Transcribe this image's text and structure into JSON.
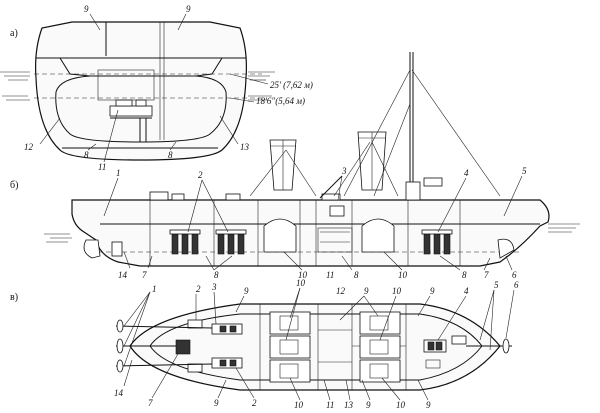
{
  "sections": {
    "a": "а)",
    "b": "б)",
    "v": "в)"
  },
  "waterlines": {
    "upper": "25' (7,62 м)",
    "lower": "18'6\"(5,64 м)"
  },
  "callouts": {
    "a": [
      {
        "id": "a9l",
        "text": "9"
      },
      {
        "id": "a9r",
        "text": "9"
      },
      {
        "id": "a12",
        "text": "12"
      },
      {
        "id": "a11",
        "text": "11"
      },
      {
        "id": "a8l",
        "text": "8"
      },
      {
        "id": "a8r",
        "text": "8"
      },
      {
        "id": "a13",
        "text": "13"
      }
    ],
    "b": [
      {
        "id": "b1",
        "text": "1"
      },
      {
        "id": "b2",
        "text": "2"
      },
      {
        "id": "b3",
        "text": "3"
      },
      {
        "id": "b4",
        "text": "4"
      },
      {
        "id": "b5",
        "text": "5"
      },
      {
        "id": "b14",
        "text": "14"
      },
      {
        "id": "b7l",
        "text": "7"
      },
      {
        "id": "b8l",
        "text": "8"
      },
      {
        "id": "b10l",
        "text": "10"
      },
      {
        "id": "b11",
        "text": "11"
      },
      {
        "id": "b8m",
        "text": "8"
      },
      {
        "id": "b10r",
        "text": "10"
      },
      {
        "id": "b8r",
        "text": "8"
      },
      {
        "id": "b7r",
        "text": "7"
      },
      {
        "id": "b6",
        "text": "6"
      }
    ],
    "v": [
      {
        "id": "v1",
        "text": "1"
      },
      {
        "id": "v2",
        "text": "2"
      },
      {
        "id": "v3",
        "text": "3"
      },
      {
        "id": "v9a",
        "text": "9"
      },
      {
        "id": "v10a",
        "text": "10"
      },
      {
        "id": "v12",
        "text": "12"
      },
      {
        "id": "v9b",
        "text": "9"
      },
      {
        "id": "v10b",
        "text": "10"
      },
      {
        "id": "v9c",
        "text": "9"
      },
      {
        "id": "v4",
        "text": "4"
      },
      {
        "id": "v5",
        "text": "5"
      },
      {
        "id": "v6",
        "text": "6"
      },
      {
        "id": "v14",
        "text": "14"
      },
      {
        "id": "v7",
        "text": "7"
      },
      {
        "id": "v9d",
        "text": "9"
      },
      {
        "id": "v2b",
        "text": "2"
      },
      {
        "id": "v10c",
        "text": "10"
      },
      {
        "id": "v11",
        "text": "11"
      },
      {
        "id": "v13",
        "text": "13"
      },
      {
        "id": "v9e",
        "text": "9"
      },
      {
        "id": "v10d",
        "text": "10"
      },
      {
        "id": "v9f",
        "text": "9"
      }
    ]
  }
}
